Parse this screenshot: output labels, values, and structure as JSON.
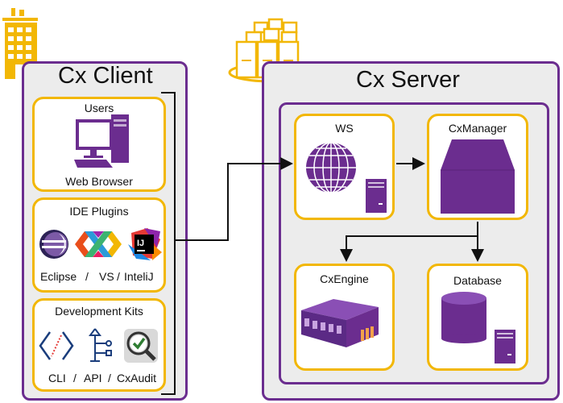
{
  "client": {
    "title": "Cx Client",
    "users": {
      "header": "Users",
      "footer": "Web Browser"
    },
    "ide": {
      "header": "IDE Plugins",
      "items": [
        "Eclipse",
        "VS",
        "InteliJ"
      ],
      "separator": "/"
    },
    "dev": {
      "header": "Development Kits",
      "items": [
        "CLI",
        "API",
        "CxAudit"
      ],
      "separator": "/"
    }
  },
  "server": {
    "title": "Cx Server",
    "components": {
      "ws": "WS",
      "manager": "CxManager",
      "engine": "CxEngine",
      "database": "Database"
    }
  },
  "colors": {
    "purple": "#6b2d8f",
    "gold": "#f2b705",
    "panel": "#ececec"
  },
  "icons": [
    "building-icon",
    "server-cluster-icon",
    "computer-icon",
    "eclipse-icon",
    "visual-studio-icon",
    "intellij-icon",
    "cli-icon",
    "api-icon",
    "cxaudit-icon",
    "globe-icon",
    "tower-icon",
    "manager-icon",
    "engine-icon",
    "database-icon"
  ]
}
